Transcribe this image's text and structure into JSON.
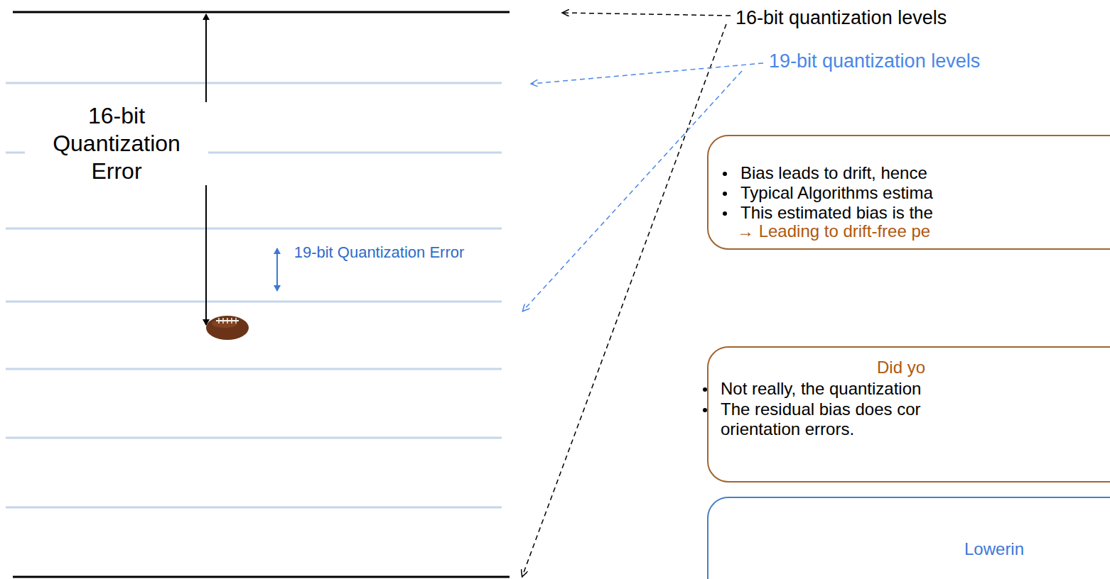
{
  "diagram": {
    "nodes": [
      {
        "text": [
          "Bias leads to drift, hence",
          "Typical Algorithms estima",
          "This estimated bias is the",
          "→ Leading to drift-free pe"
        ]
      },
      {
        "text": [
          "Did yo",
          "Not really, the quantization",
          "The residual bias does cor orientation errors."
        ]
      },
      {
        "text": [
          "Lowerin"
        ]
      }
    ],
    "labels": [
      "16-bit quantization levels",
      "19-bit quantization levels",
      "16-bit Quantization Error",
      "19-bit Quantization Error"
    ]
  }
}
